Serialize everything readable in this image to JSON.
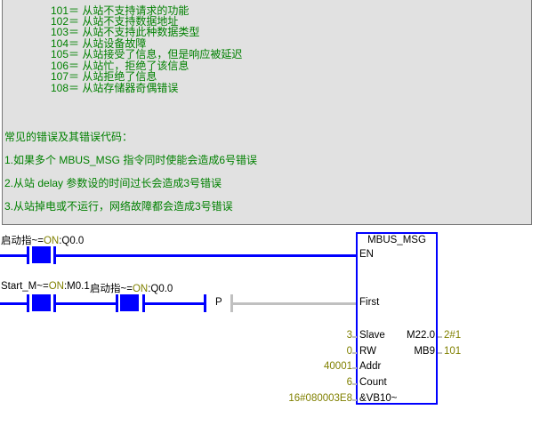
{
  "comment": {
    "error_codes": [
      "101＝ 从站不支持请求的功能",
      "102＝ 从站不支持数据地址",
      "103＝ 从站不支持此种数据类型",
      "104＝ 从站设备故障",
      "105＝ 从站接受了信息，但是响应被延迟",
      "106＝ 从站忙，拒绝了该信息",
      "107＝ 从站拒绝了信息",
      "108＝ 从站存储器奇偶错误"
    ],
    "common_title": "常见的错误及其错误代码：",
    "tips": [
      "1.如果多个 MBUS_MSG 指令同时使能会造成6号错误",
      "2.从站 delay 参数设的时间过长会造成3号错误",
      "3.从站掉电或不运行，网络故障都会造成3号错误"
    ]
  },
  "ladder": {
    "row1_contact": {
      "name": "启动指~",
      "eq": "=",
      "state": "ON",
      "addr": ":Q0.0"
    },
    "row2_contact1": {
      "name": "Start_M~",
      "eq": "=",
      "state": "ON",
      "addr": ":M0.1"
    },
    "row2_contact2": {
      "name": "启动指~",
      "eq": "=",
      "state": "ON",
      "addr": ":Q0.0"
    },
    "p_label": "P",
    "block": {
      "title": "MBUS_MSG",
      "en": "EN",
      "first": "First",
      "inputs": [
        {
          "pin": "Slave",
          "value": "3"
        },
        {
          "pin": "RW",
          "value": "0"
        },
        {
          "pin": "Addr",
          "value": "40001"
        },
        {
          "pin": "Count",
          "value": "6"
        },
        {
          "pin": "&VB10~",
          "value": "16#080003E8"
        }
      ],
      "outputs": [
        {
          "pin": "M22.0",
          "value": "2#1"
        },
        {
          "pin": "MB9",
          "value": "101"
        }
      ]
    }
  }
}
